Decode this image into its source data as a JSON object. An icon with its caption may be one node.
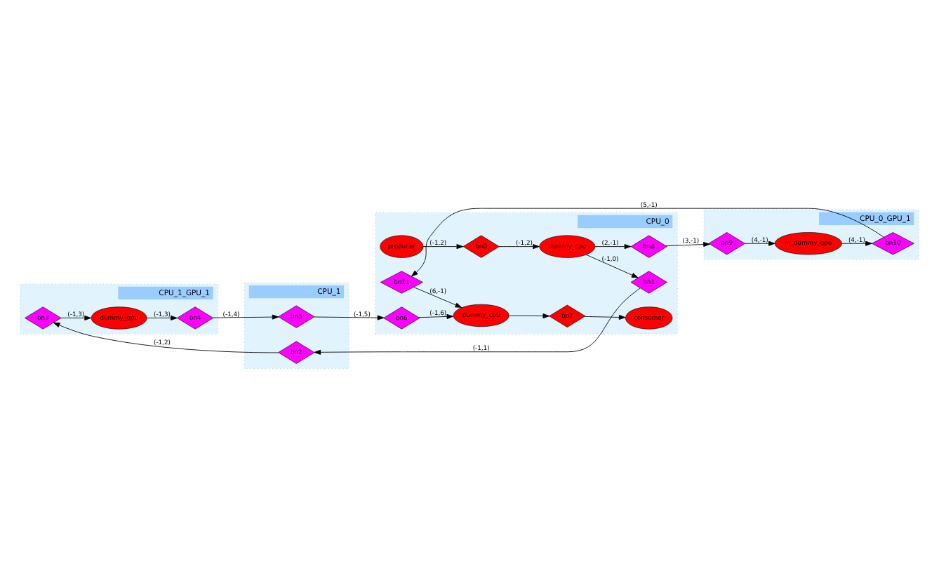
{
  "diagram": {
    "nodes": [
      {
        "text": [
          "CPU_1_GPU_1"
        ]
      },
      {
        "text": [
          "bn3"
        ],
        "in": 0
      },
      {
        "text": [
          "dummy_gpu"
        ],
        "in": 0
      },
      {
        "text": [
          "bn4"
        ],
        "in": 0
      },
      {
        "text": [
          "CPU_1"
        ]
      },
      {
        "text": [
          "bn2"
        ],
        "in": 4
      },
      {
        "text": [
          "bn5"
        ],
        "in": 4
      },
      {
        "text": [
          "CPU_0"
        ]
      },
      {
        "text": [
          "producer"
        ],
        "in": 7
      },
      {
        "text": [
          "bn0"
        ],
        "in": 7
      },
      {
        "text": [
          "dummy_cpu"
        ],
        "in": 7
      },
      {
        "text": [
          "bn1"
        ],
        "in": 7
      },
      {
        "text": [
          "bn8"
        ],
        "in": 7
      },
      {
        "text": [
          "bn6"
        ],
        "in": 7
      },
      {
        "text": [
          "bn11"
        ],
        "in": 7
      },
      {
        "text": [
          "dummy_cpu"
        ],
        "in": 7
      },
      {
        "text": [
          "bn7"
        ],
        "in": 7
      },
      {
        "text": [
          "consumer"
        ],
        "in": 7
      },
      {
        "text": [
          "CPU_0_GPU_1"
        ]
      },
      {
        "text": [
          "bn9"
        ],
        "in": 18
      },
      {
        "text": [
          "m_dummy_gpu"
        ],
        "in": 18
      },
      {
        "text": [
          "bn10"
        ],
        "in": 18
      }
    ],
    "edges": [
      {
        "from": 8,
        "to": 9,
        "arrow": "to",
        "label": "(-1,2)"
      },
      {
        "from": 9,
        "to": 10,
        "arrow": "to",
        "label": "(-1,2)"
      },
      {
        "from": 10,
        "to": 11,
        "arrow": "to",
        "label": "(-1,0)"
      },
      {
        "from": 10,
        "to": 12,
        "arrow": "to",
        "label": "(2,-1)"
      },
      {
        "from": 11,
        "to": 5,
        "arrow": "to",
        "label": "(-1,1)"
      },
      {
        "from": 5,
        "to": 1,
        "arrow": "to",
        "label": "(-1,2)"
      },
      {
        "from": 1,
        "to": 2,
        "arrow": "to",
        "label": "(-1,3)"
      },
      {
        "from": 2,
        "to": 3,
        "arrow": "to",
        "label": "(-1,3)"
      },
      {
        "from": 3,
        "to": 6,
        "arrow": "to",
        "label": "(-1,4)"
      },
      {
        "from": 6,
        "to": 13,
        "arrow": "to",
        "label": "(-1,5)"
      },
      {
        "from": 13,
        "to": 15,
        "arrow": "to",
        "label": "(-1,6)"
      },
      {
        "from": 12,
        "to": 19,
        "arrow": "to",
        "label": "(3,-1)"
      },
      {
        "from": 19,
        "to": 20,
        "arrow": "to",
        "label": "(4,-1)"
      },
      {
        "from": 20,
        "to": 21,
        "arrow": "to",
        "label": "(4,-1)"
      },
      {
        "from": 21,
        "to": 14,
        "arrow": "to",
        "label": "(5,-1)"
      },
      {
        "from": 14,
        "to": 15,
        "arrow": "to",
        "label": "(6,-1)"
      },
      {
        "from": 15,
        "to": 16,
        "arrow": "to"
      },
      {
        "from": 16,
        "to": 17,
        "arrow": "to"
      }
    ]
  }
}
